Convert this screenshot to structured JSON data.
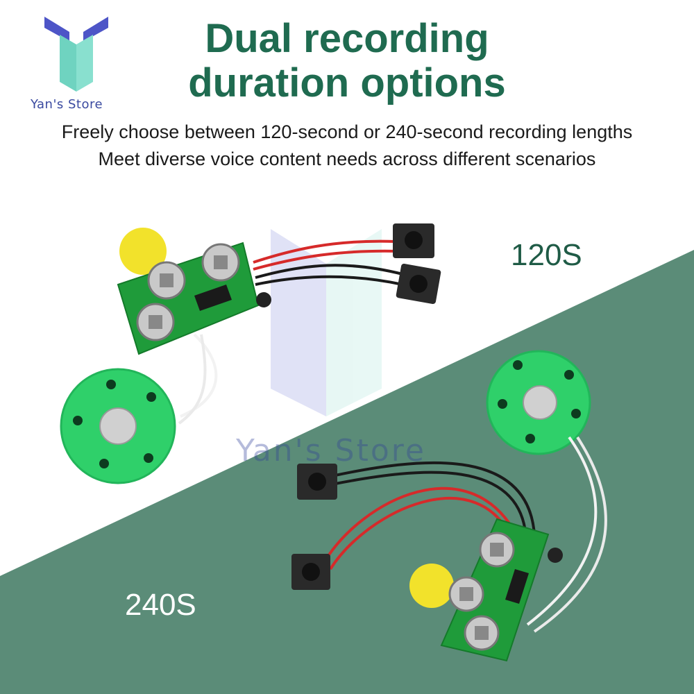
{
  "brand": {
    "name": "Yan's Store",
    "logo": "yans-store-logo",
    "accent": "#3a4aa0"
  },
  "headline": {
    "line1": "Dual recording",
    "line2": "duration options",
    "color": "#1f6b50"
  },
  "subheadline": {
    "line1": "Freely choose between 120-second or 240-second recording lengths",
    "line2": "Meet diverse voice content needs across different scenarios"
  },
  "modules": [
    {
      "duration": "120S",
      "pcb_color": "#1e9a3c",
      "speaker_color": "#2fd06a"
    },
    {
      "duration": "240S",
      "pcb_color": "#1e9a3c",
      "speaker_color": "#2fd06a"
    }
  ],
  "watermark": "Yan's Store",
  "colors": {
    "bottom_band": "#5b8c78",
    "headline": "#1f6b50"
  }
}
